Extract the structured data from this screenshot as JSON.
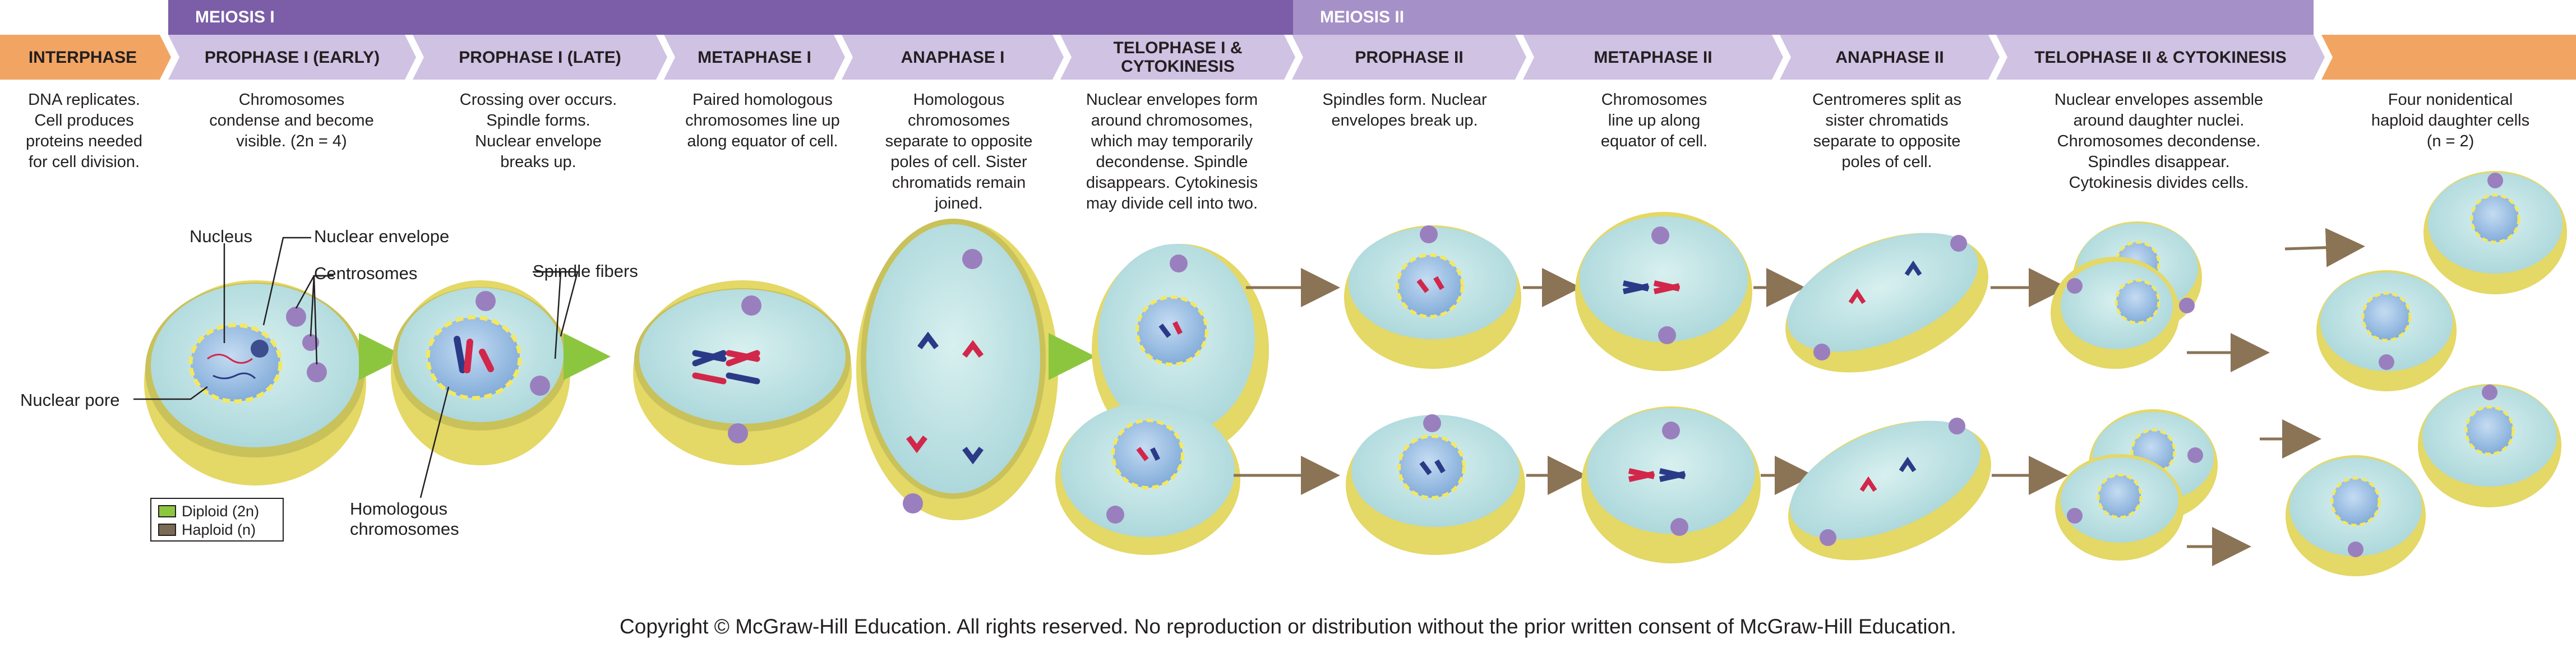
{
  "colors": {
    "meiosis1_band": "#7b5ea7",
    "meiosis2_band": "#a690c8",
    "stage_label_bg": "#cfc2e3",
    "interphase_label_bg": "#f2a563",
    "final_label_bg": "#f2a563",
    "cell_outer": "#e9e07a",
    "cell_rim": "#c9c15a",
    "cytoplasm": "#bfe3e6",
    "nucleus": "#9bc3e6",
    "nuclear_envelope": "#f4e85f",
    "chromosome_red": "#d2274a",
    "chromosome_blue": "#2b3a87",
    "centrosome": "#9a7fbf",
    "arrow_green": "#8cc63f",
    "arrow_brown": "#8b7355"
  },
  "bands": {
    "meiosis1": "MEIOSIS I",
    "meiosis2": "MEIOSIS II"
  },
  "stages": [
    {
      "label": "INTERPHASE",
      "desc": "DNA replicates.\nCell produces\nproteins needed\nfor cell division."
    },
    {
      "label": "PROPHASE I (EARLY)",
      "desc": "Chromosomes\ncondense and become\nvisible. (2n = 4)"
    },
    {
      "label": "PROPHASE I (LATE)",
      "desc": "Crossing over occurs.\nSpindle forms.\nNuclear envelope\nbreaks up."
    },
    {
      "label": "METAPHASE I",
      "desc": "Paired homologous\nchromosomes line up\nalong equator of cell."
    },
    {
      "label": "ANAPHASE I",
      "desc": "Homologous\nchromosomes\nseparate to opposite\npoles of cell. Sister\nchromatids remain\njoined."
    },
    {
      "label": "TELOPHASE I &\nCYTOKINESIS",
      "desc": "Nuclear envelopes form\naround chromosomes,\nwhich may temporarily\ndecondense. Spindle\ndisappears. Cytokinesis\nmay divide cell into two."
    },
    {
      "label": "PROPHASE II",
      "desc": "Spindles form. Nuclear\nenvelopes break up."
    },
    {
      "label": "METAPHASE II",
      "desc": "Chromosomes\nline up along\nequator of cell."
    },
    {
      "label": "ANAPHASE II",
      "desc": "Centromeres split as\nsister chromatids\nseparate to opposite\npoles of cell."
    },
    {
      "label": "TELOPHASE II & CYTOKINESIS",
      "desc": "Nuclear envelopes assemble\naround daughter nuclei.\nChromosomes decondense.\nSpindles disappear.\nCytokinesis divides cells."
    },
    {
      "label": "",
      "desc": "Four nonidentical\nhaploid daughter cells\n(n = 2)"
    }
  ],
  "callouts": {
    "nucleus": "Nucleus",
    "nuclear_envelope": "Nuclear envelope",
    "centrosomes": "Centrosomes",
    "nuclear_pore": "Nuclear pore",
    "spindle_fibers": "Spindle fibers",
    "homologous_chromosomes": "Homologous\nchromosomes"
  },
  "legend": {
    "diploid": "Diploid  (2n)",
    "haploid": "Haploid  (n)",
    "diploid_color": "#8cc63f",
    "haploid_color": "#7a6a55"
  },
  "copyright": "Copyright © McGraw-Hill Education.  All rights reserved. No reproduction or distribution without the prior written consent of  McGraw-Hill Education."
}
